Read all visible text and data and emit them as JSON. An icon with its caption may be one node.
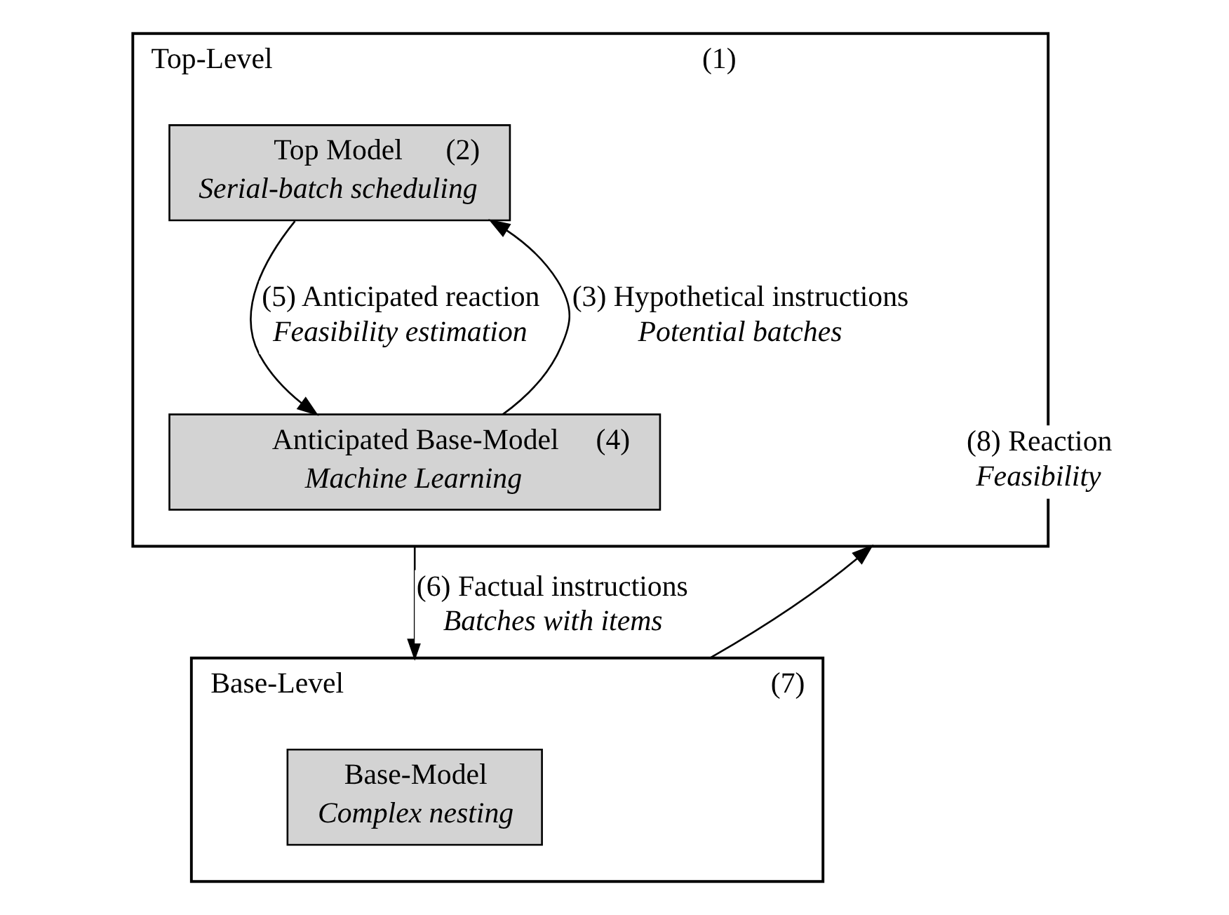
{
  "diagram": {
    "nodes": [
      {
        "text": [
          "Top-Level",
          "(1)"
        ]
      },
      {
        "text": [
          "Top Model",
          "(2)",
          "Serial-batch scheduling"
        ],
        "in": 0
      },
      {
        "text": [
          "Anticipated Base-Model",
          "(4)",
          "Machine Learning"
        ],
        "in": 0
      },
      {
        "text": [
          "Base-Level",
          "(7)"
        ]
      },
      {
        "text": [
          "Base-Model",
          "Complex nesting"
        ],
        "in": 3
      }
    ],
    "edges": [
      {
        "from": 1,
        "to": 2,
        "arrow": "to",
        "label": [
          "(5) Anticipated reaction",
          "Feasibility estimation"
        ]
      },
      {
        "from": 2,
        "to": 1,
        "arrow": "to",
        "label": [
          "(3) Hypothetical instructions",
          "Potential batches"
        ]
      },
      {
        "from": 0,
        "to": 3,
        "arrow": "to",
        "label": [
          "(6) Factual instructions",
          "Batches with items"
        ]
      },
      {
        "from": 3,
        "to": 0,
        "arrow": "to",
        "label": [
          "(8) Reaction",
          "Feasibility"
        ]
      }
    ]
  }
}
